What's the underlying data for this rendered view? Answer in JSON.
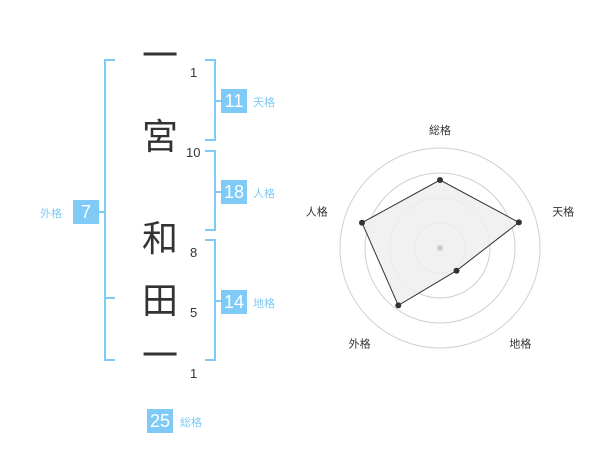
{
  "name": {
    "characters": [
      {
        "char": "一",
        "strokes": "1"
      },
      {
        "char": "宮",
        "strokes": "10"
      },
      {
        "char": "和",
        "strokes": "8"
      },
      {
        "char": "田",
        "strokes": "5"
      },
      {
        "char": "一",
        "strokes": "1"
      }
    ]
  },
  "fortune": {
    "tenkaku": {
      "value": "11",
      "label": "天格"
    },
    "jinkaku": {
      "value": "18",
      "label": "人格"
    },
    "chikaku": {
      "value": "14",
      "label": "地格"
    },
    "gaikaku": {
      "value": "7",
      "label": "外格"
    },
    "soukaku": {
      "value": "25",
      "label": "総格"
    }
  },
  "radar": {
    "axes": [
      "総格",
      "天格",
      "地格",
      "外格",
      "人格"
    ],
    "values": [
      0.68,
      0.83,
      0.28,
      0.71,
      0.82
    ],
    "max": 1,
    "rings": 4,
    "colors": {
      "ring": "#d0d0d0",
      "fill": "#efefef",
      "line": "#333333",
      "dot": "#333333",
      "center": "#cccccc"
    }
  },
  "colors": {
    "accent": "#7fcaf6",
    "text": "#333333"
  }
}
